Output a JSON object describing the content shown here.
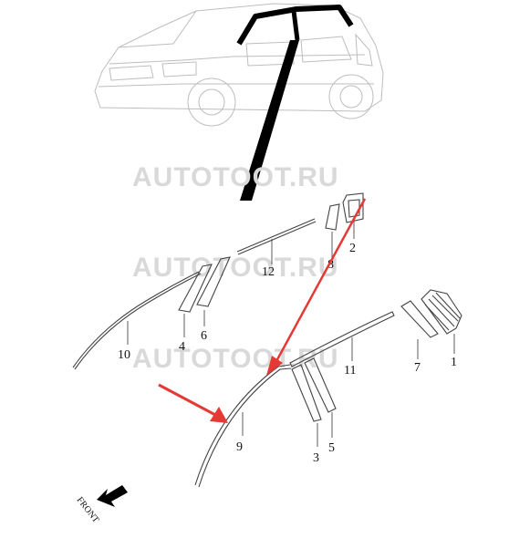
{
  "watermark": "AUTOTOOT.RU",
  "front_label": "FRONT",
  "callouts": {
    "c1": "1",
    "c2": "2",
    "c3": "3",
    "c4": "4",
    "c5": "5",
    "c6": "6",
    "c7": "7",
    "c8": "8",
    "c9": "9",
    "c10": "10",
    "c11": "11",
    "c12": "12"
  },
  "colors": {
    "arrow_red": "#e53935",
    "line_dark": "#444444",
    "car_outline": "#bdbdbd",
    "watermark": "#d9d9d9"
  }
}
